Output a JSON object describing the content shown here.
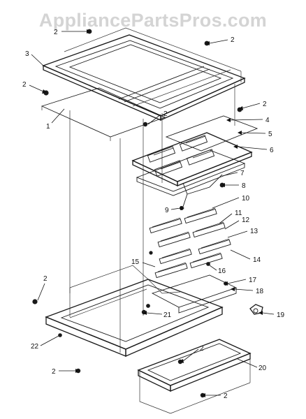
{
  "watermark": "AppliancePartsPros.com",
  "callouts": [
    {
      "id": "c2a",
      "label": "2"
    },
    {
      "id": "c2b",
      "label": "2"
    },
    {
      "id": "c3",
      "label": "3"
    },
    {
      "id": "c2c",
      "label": "2"
    },
    {
      "id": "c1",
      "label": "1"
    },
    {
      "id": "c2d",
      "label": "2"
    },
    {
      "id": "c2e",
      "label": "2"
    },
    {
      "id": "c4",
      "label": "4"
    },
    {
      "id": "c5",
      "label": "5"
    },
    {
      "id": "c6",
      "label": "6"
    },
    {
      "id": "c7",
      "label": "7"
    },
    {
      "id": "c8",
      "label": "8"
    },
    {
      "id": "c9",
      "label": "9"
    },
    {
      "id": "c10",
      "label": "10"
    },
    {
      "id": "c11",
      "label": "11"
    },
    {
      "id": "c12",
      "label": "12"
    },
    {
      "id": "c13",
      "label": "13"
    },
    {
      "id": "c14",
      "label": "14"
    },
    {
      "id": "c15",
      "label": "15"
    },
    {
      "id": "c16",
      "label": "16"
    },
    {
      "id": "c17",
      "label": "17"
    },
    {
      "id": "c18",
      "label": "18"
    },
    {
      "id": "c19",
      "label": "19"
    },
    {
      "id": "c2f",
      "label": "2"
    },
    {
      "id": "c21",
      "label": "21"
    },
    {
      "id": "c22",
      "label": "22"
    },
    {
      "id": "c2g",
      "label": "2"
    },
    {
      "id": "c2h",
      "label": "2"
    },
    {
      "id": "c20",
      "label": "20"
    },
    {
      "id": "c2i",
      "label": "2"
    }
  ]
}
